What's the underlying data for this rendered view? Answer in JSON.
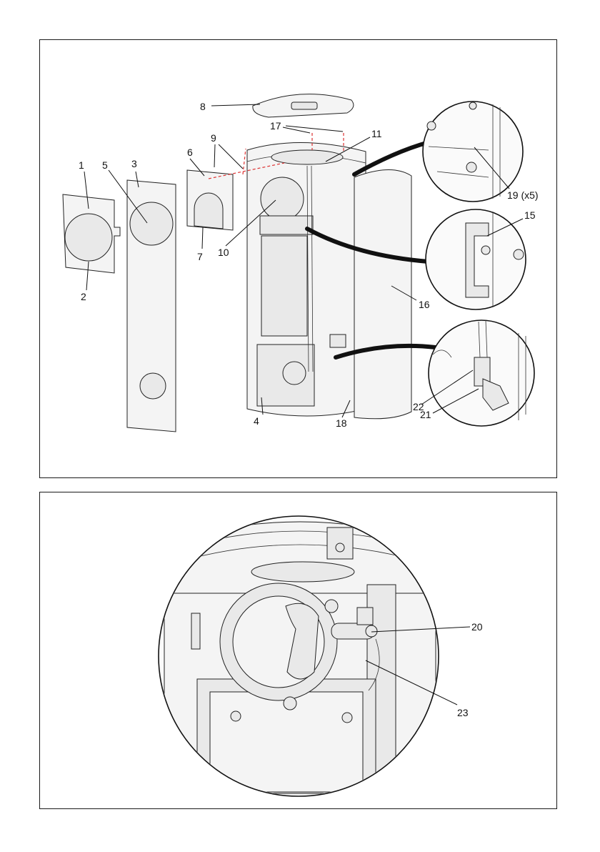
{
  "top_diagram": {
    "labels": {
      "l1": "1",
      "l2": "2",
      "l3": "3",
      "l4": "4",
      "l5": "5",
      "l6": "6",
      "l7": "7",
      "l8": "8",
      "l9": "9",
      "l10": "10",
      "l11": "11",
      "l15": "15",
      "l16": "16",
      "l17": "17",
      "l18": "18",
      "l19": "19 (x5)",
      "l21": "21",
      "l22": "22"
    }
  },
  "bottom_diagram": {
    "labels": {
      "l20": "20",
      "l23": "23"
    }
  }
}
